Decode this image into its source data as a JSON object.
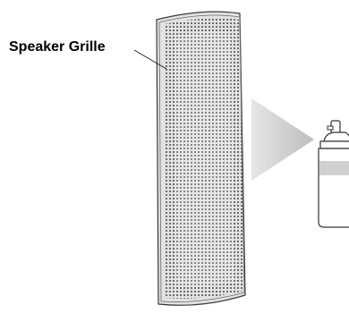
{
  "diagram": {
    "callout_label": "Speaker Grille",
    "colors": {
      "grille_fill": "#e2e2e2",
      "grille_outline": "#3a3a3a",
      "perforation": "#4a4a4a",
      "arrow_fill": "#c8c8c8",
      "can_band": "#cfcfcf",
      "can_outline": "#333333"
    },
    "icons": [
      "speaker-grille",
      "spray-arrow",
      "spray-can"
    ]
  }
}
